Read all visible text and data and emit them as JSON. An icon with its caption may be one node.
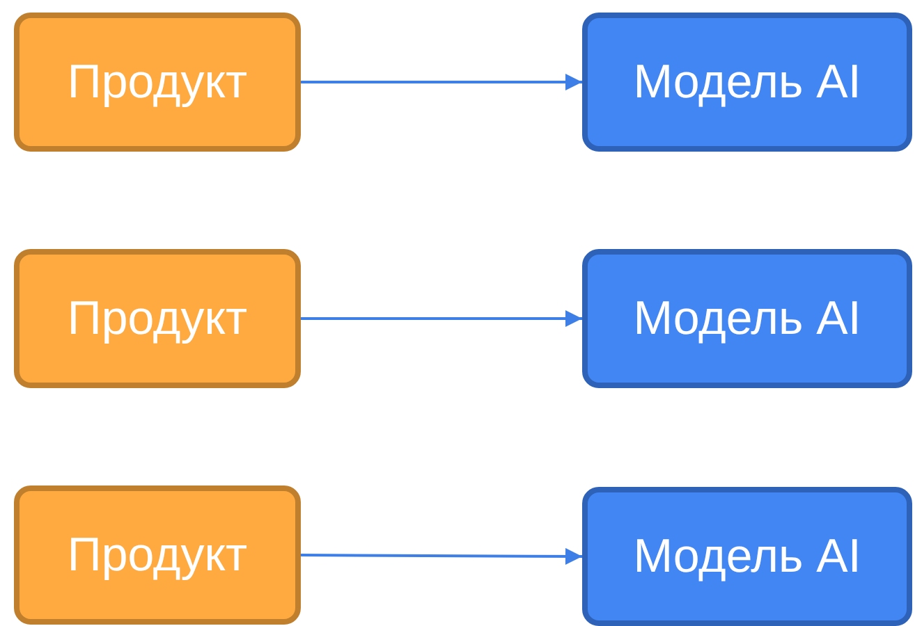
{
  "diagram": {
    "nodes": [
      {
        "text": [
          "Продукт"
        ]
      },
      {
        "text": [
          "Модель AI"
        ]
      },
      {
        "text": [
          "Продукт"
        ]
      },
      {
        "text": [
          "Модель AI"
        ]
      },
      {
        "text": [
          "Продукт"
        ]
      },
      {
        "text": [
          "Модель AI"
        ]
      }
    ],
    "edges": [
      {
        "from": 0,
        "to": 1,
        "arrow": "to"
      },
      {
        "from": 2,
        "to": 3,
        "arrow": "to"
      },
      {
        "from": 4,
        "to": 5,
        "arrow": "to"
      }
    ]
  }
}
